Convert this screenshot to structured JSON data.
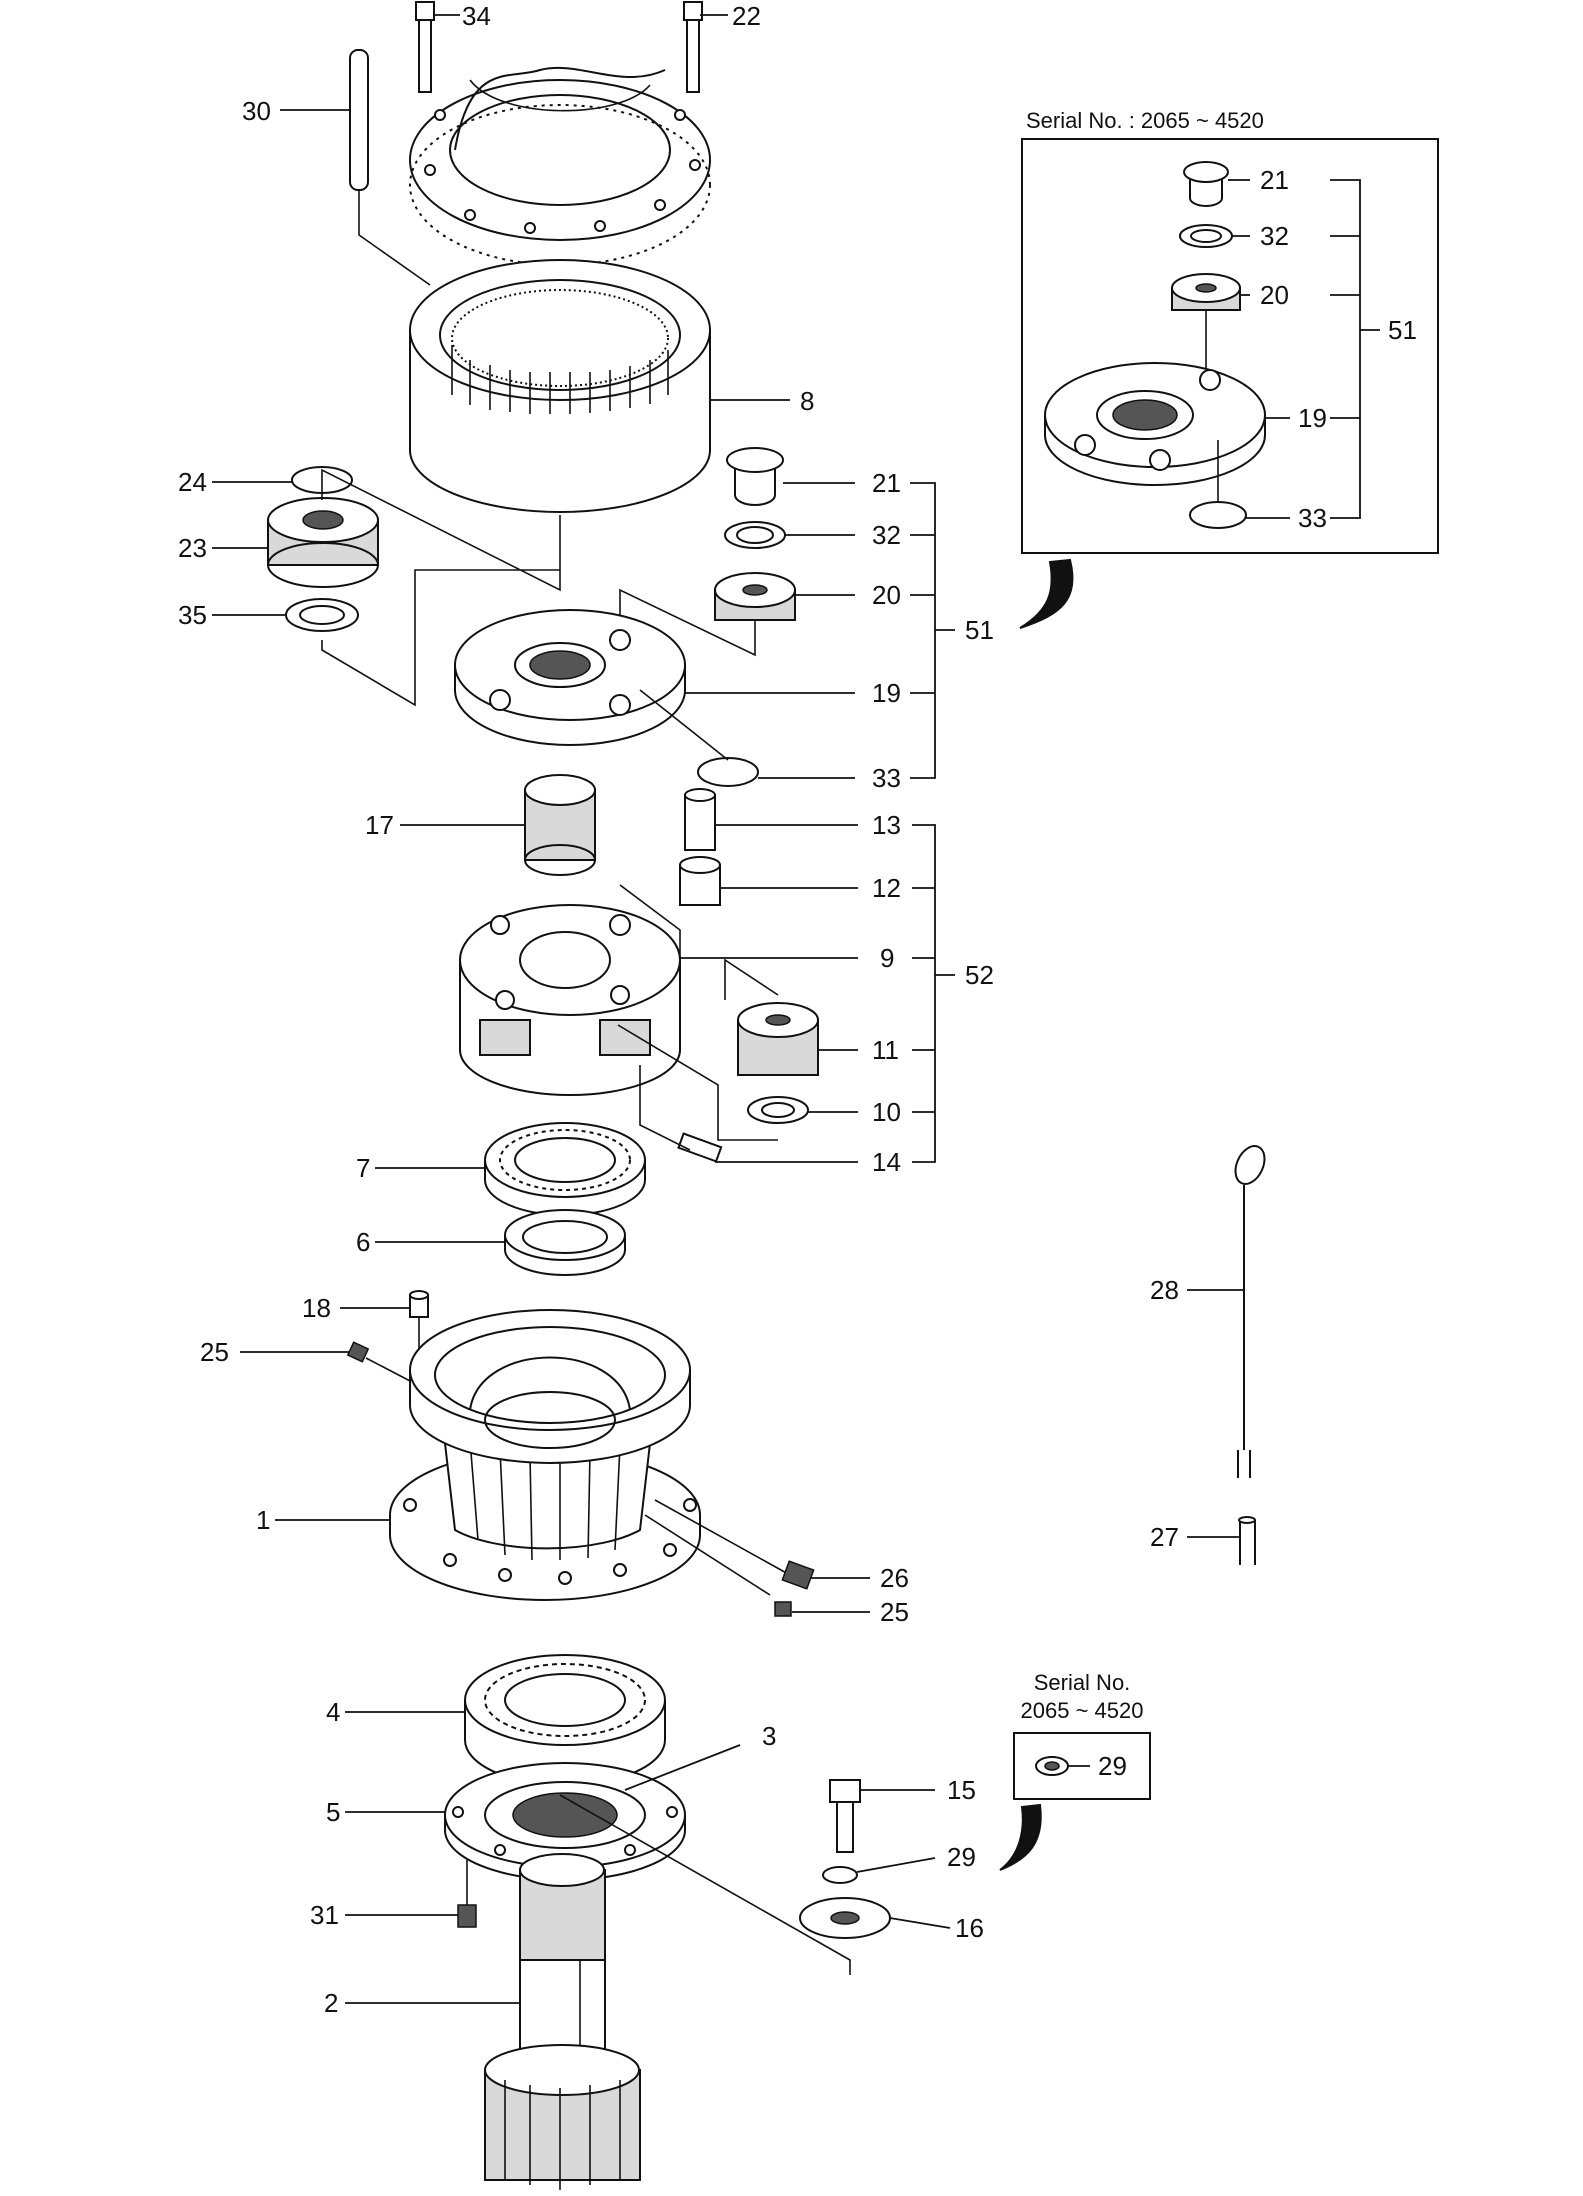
{
  "labels": {
    "p1": "1",
    "p2": "2",
    "p3": "3",
    "p4": "4",
    "p5": "5",
    "p6": "6",
    "p7": "7",
    "p8": "8",
    "p9": "9",
    "p10": "10",
    "p11": "11",
    "p12": "12",
    "p13": "13",
    "p14": "14",
    "p15": "15",
    "p16": "16",
    "p17": "17",
    "p18": "18",
    "p19": "19",
    "p20": "20",
    "p21": "21",
    "p22": "22",
    "p23": "23",
    "p24": "24",
    "p25": "25",
    "p26": "26",
    "p27": "27",
    "p28": "28",
    "p29": "29",
    "p30": "30",
    "p31": "31",
    "p32": "32",
    "p33": "33",
    "p34": "34",
    "p35": "35",
    "p51": "51",
    "p52": "52"
  },
  "inset_top": {
    "serial": "Serial No. : 2065 ~ 4520",
    "labels": {
      "p21": "21",
      "p32": "32",
      "p20": "20",
      "p19": "19",
      "p33": "33",
      "p51": "51"
    }
  },
  "inset_bottom": {
    "serial_line1": "Serial No.",
    "serial_line2": "2065 ~ 4520",
    "labels": {
      "p29": "29"
    }
  }
}
